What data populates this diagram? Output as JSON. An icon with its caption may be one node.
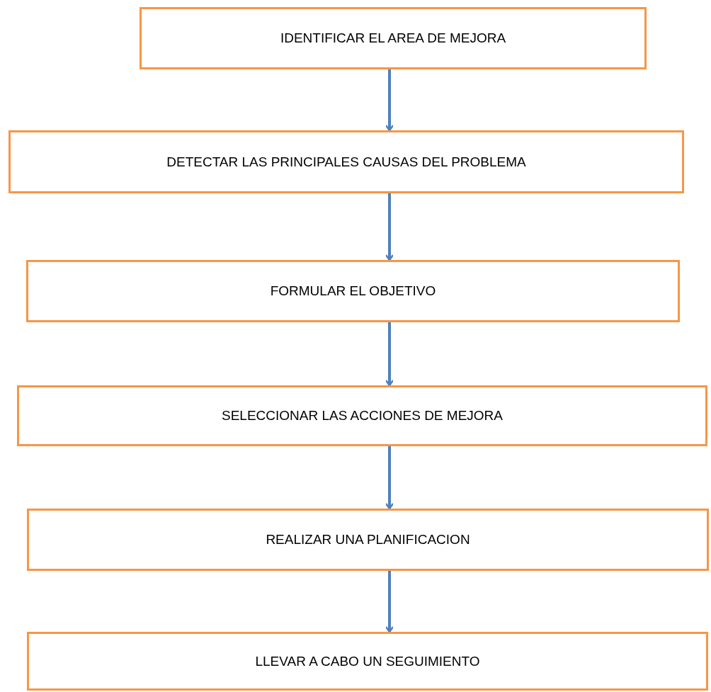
{
  "diagram": {
    "nodes": [
      {
        "text": [
          "IDENTIFICAR EL AREA DE MEJORA"
        ]
      },
      {
        "text": [
          "DETECTAR LAS PRINCIPALES CAUSAS DEL PROBLEMA"
        ]
      },
      {
        "text": [
          "FORMULAR EL OBJETIVO"
        ]
      },
      {
        "text": [
          "SELECCIONAR LAS ACCIONES DE MEJORA"
        ]
      },
      {
        "text": [
          "REALIZAR UNA PLANIFICACION"
        ]
      },
      {
        "text": [
          "LLEVAR A CABO UN SEGUIMIENTO"
        ]
      }
    ],
    "edges": [
      {
        "from": 0,
        "to": 1,
        "arrow": "to"
      },
      {
        "from": 1,
        "to": 2,
        "arrow": "to"
      },
      {
        "from": 2,
        "to": 3,
        "arrow": "to"
      },
      {
        "from": 3,
        "to": 4,
        "arrow": "to"
      },
      {
        "from": 4,
        "to": 5,
        "arrow": "to"
      }
    ]
  }
}
